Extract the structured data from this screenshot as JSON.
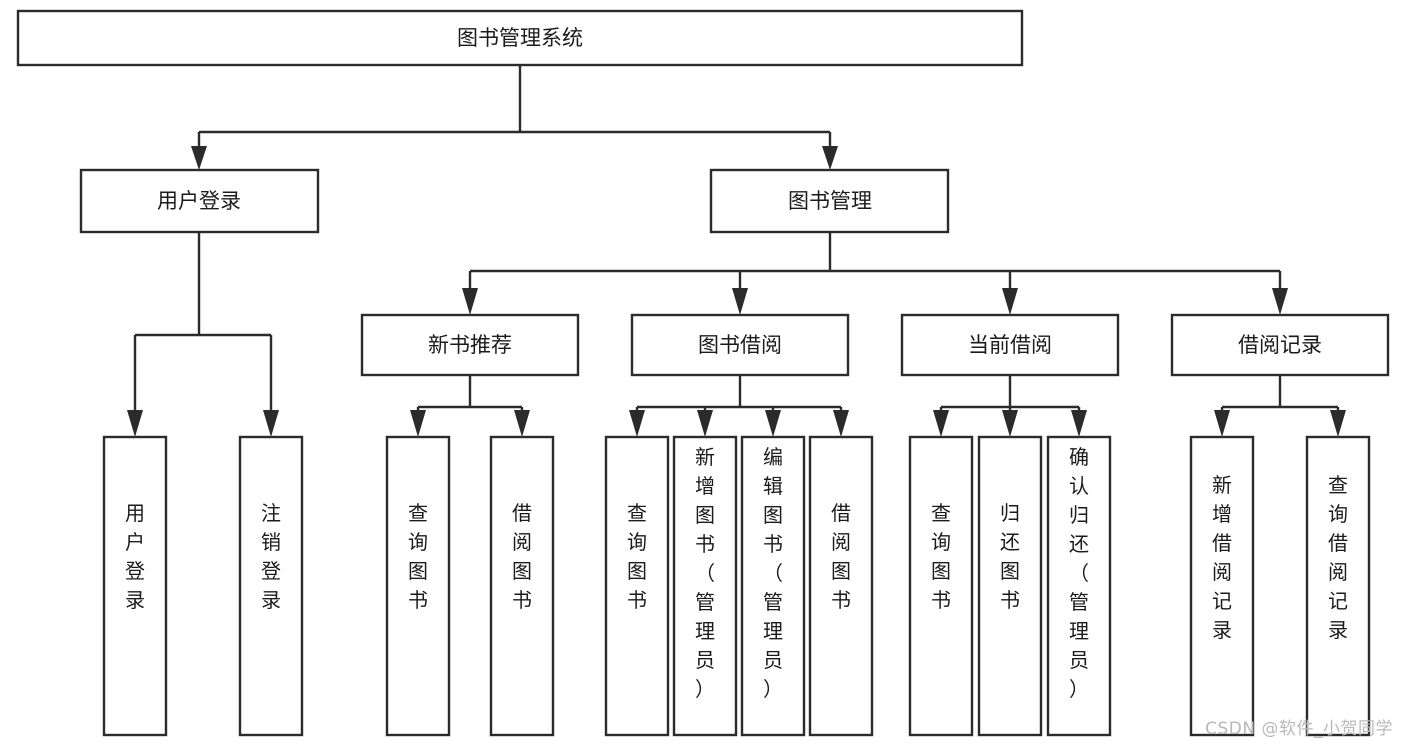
{
  "diagram": {
    "type": "tree",
    "orientation": "top-down",
    "title": "图书管理系统",
    "colors": {
      "background": "#ffffff",
      "box_fill": "#ffffff",
      "box_stroke": "#2b2b2b",
      "text": "#1b1b1b",
      "watermark": "#b9b9b9"
    },
    "root": {
      "label": "图书管理系统",
      "text_orientation": "horizontal"
    },
    "level2": [
      {
        "label": "用户登录",
        "text_orientation": "horizontal"
      },
      {
        "label": "图书管理",
        "text_orientation": "horizontal"
      }
    ],
    "level3": [
      {
        "label": "新书推荐",
        "text_orientation": "horizontal"
      },
      {
        "label": "图书借阅",
        "text_orientation": "horizontal"
      },
      {
        "label": "当前借阅",
        "text_orientation": "horizontal"
      },
      {
        "label": "借阅记录",
        "text_orientation": "horizontal"
      }
    ],
    "leaves": {
      "user_login": [
        {
          "label": "用户登录",
          "chars": [
            "用",
            "户",
            "登",
            "录"
          ]
        },
        {
          "label": "注销登录",
          "chars": [
            "注",
            "销",
            "登",
            "录"
          ]
        }
      ],
      "new_book_recommend": [
        {
          "label": "查询图书",
          "chars": [
            "查",
            "询",
            "图",
            "书"
          ]
        },
        {
          "label": "借阅图书",
          "chars": [
            "借",
            "阅",
            "图",
            "书"
          ]
        }
      ],
      "book_borrow": [
        {
          "label": "查询图书",
          "chars": [
            "查",
            "询",
            "图",
            "书"
          ]
        },
        {
          "label": "新增图书（管理员）",
          "chars": [
            "新",
            "增",
            "图",
            "书",
            "（",
            "管",
            "理",
            "员",
            "）"
          ]
        },
        {
          "label": "编辑图书（管理员）",
          "chars": [
            "编",
            "辑",
            "图",
            "书",
            "（",
            "管",
            "理",
            "员",
            "）"
          ]
        },
        {
          "label": "借阅图书",
          "chars": [
            "借",
            "阅",
            "图",
            "书"
          ]
        }
      ],
      "current_borrow": [
        {
          "label": "查询图书",
          "chars": [
            "查",
            "询",
            "图",
            "书"
          ]
        },
        {
          "label": "归还图书",
          "chars": [
            "归",
            "还",
            "图",
            "书"
          ]
        },
        {
          "label": "确认归还（管理员）",
          "chars": [
            "确",
            "认",
            "归",
            "还",
            "（",
            "管",
            "理",
            "员",
            "）"
          ]
        }
      ],
      "borrow_record": [
        {
          "label": "新增借阅记录",
          "chars": [
            "新",
            "增",
            "借",
            "阅",
            "记",
            "录"
          ]
        },
        {
          "label": "查询借阅记录",
          "chars": [
            "查",
            "询",
            "借",
            "阅",
            "记",
            "录"
          ]
        }
      ]
    }
  },
  "watermark": {
    "text": "CSDN @软件_小贺同学"
  }
}
